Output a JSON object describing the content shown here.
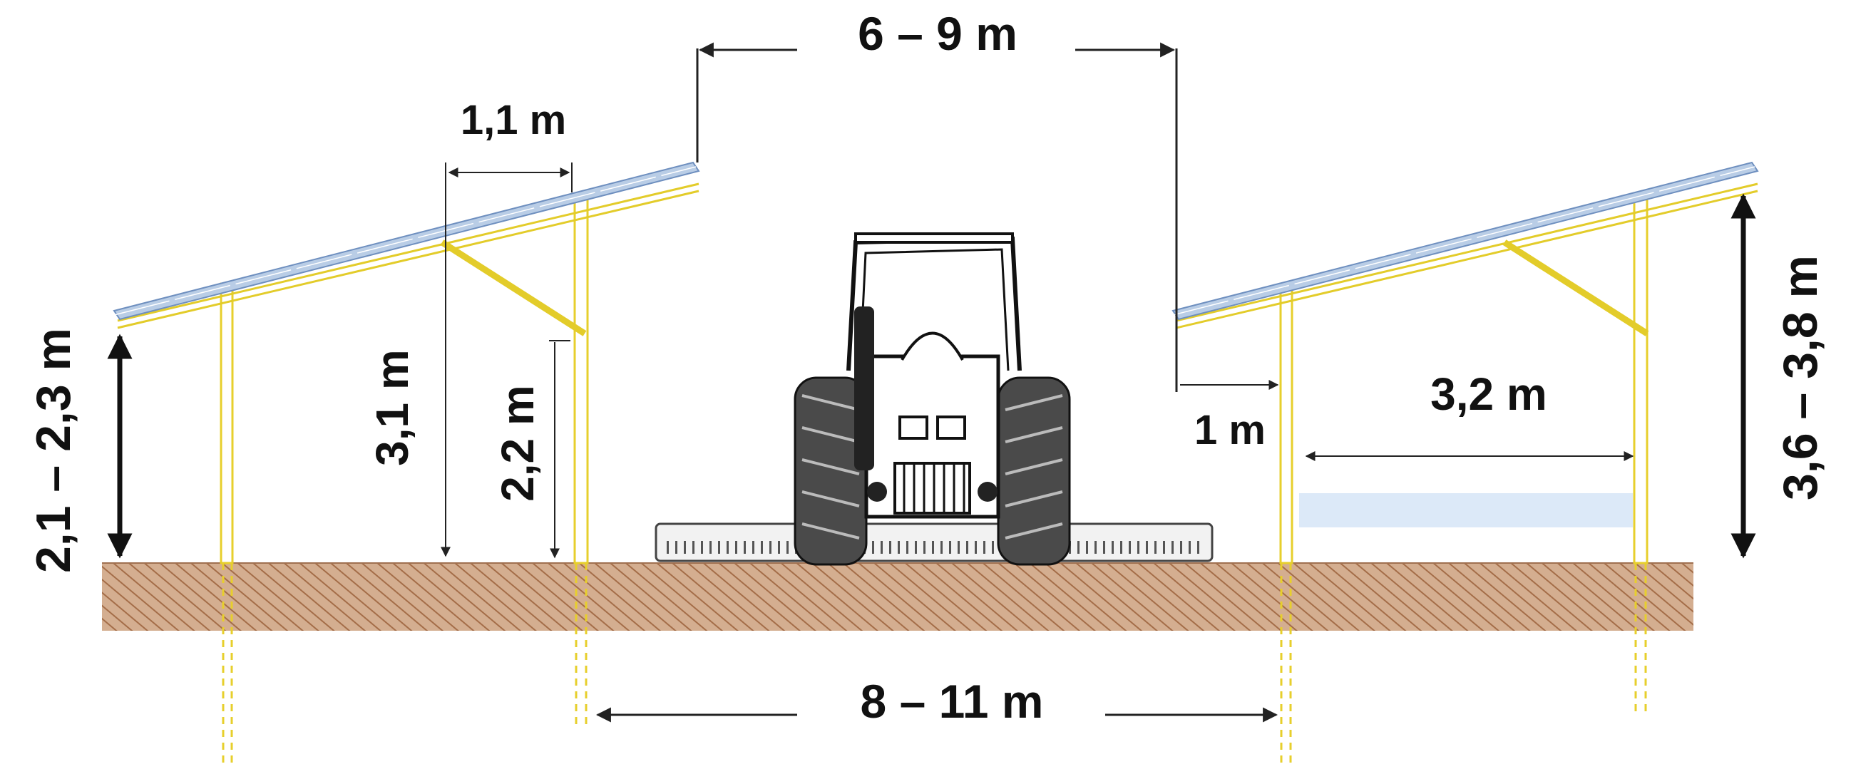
{
  "dimensions": {
    "row_gap": "6 – 9 m",
    "post_spacing": "8 – 11 m",
    "panel_width": "1,1 m",
    "strut_height": "3,1 m",
    "inner_clearance": "2,2 m",
    "low_edge_height": "2,1 – 2,3 m",
    "high_edge_height": "3,6 – 3,8 m",
    "overhang": "1 m",
    "span": "3,2 m"
  },
  "colors": {
    "structure": "#e7cf2c",
    "panel": "#b9cde6",
    "ground": "#c99a78",
    "soil_hatch": "#b07a55",
    "shade_band": "#dce9f8",
    "dimension_lines": "#222222"
  },
  "icons": {
    "vehicle": "tractor-icon",
    "implement": "mower-bar-icon"
  }
}
